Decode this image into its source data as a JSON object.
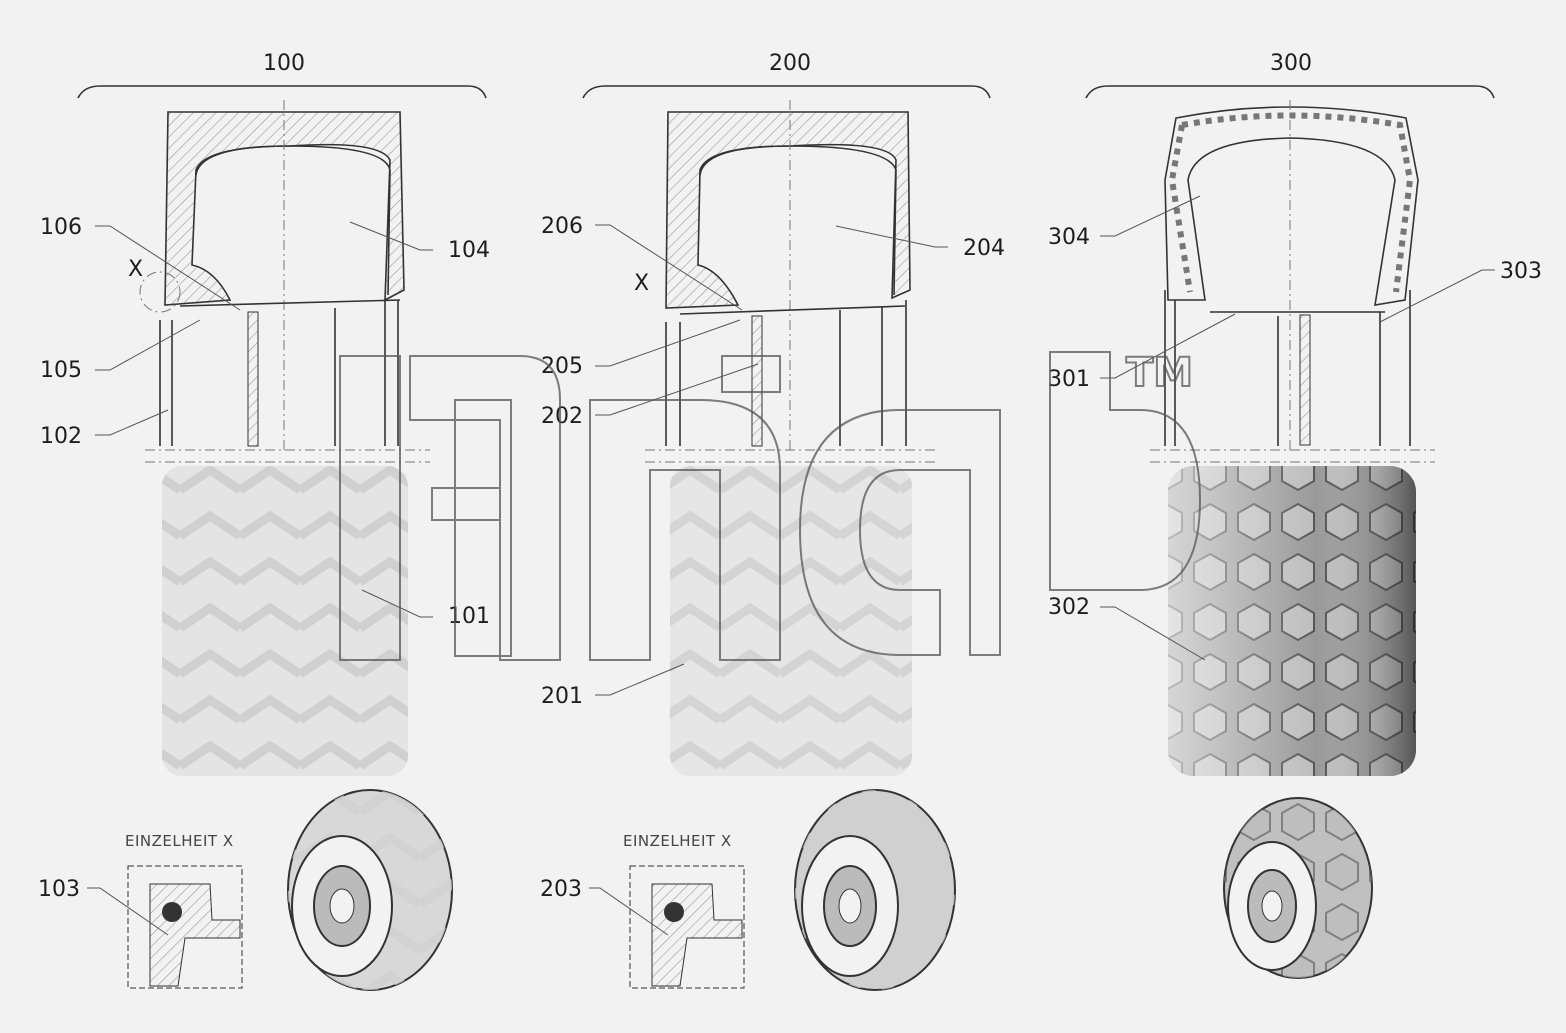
{
  "groups": [
    {
      "id": "100",
      "label": "100"
    },
    {
      "id": "200",
      "label": "200"
    },
    {
      "id": "300",
      "label": "300"
    }
  ],
  "labels": {
    "l106": "106",
    "l104": "104",
    "l105": "105",
    "l102": "102",
    "l101": "101",
    "l103": "103",
    "l206": "206",
    "l204": "204",
    "l205": "205",
    "l202": "202",
    "l201": "201",
    "l203": "203",
    "l304": "304",
    "l303": "303",
    "l301": "301",
    "l302": "302"
  },
  "markers": {
    "x1": "X",
    "x2": "X"
  },
  "details": {
    "d1": "EINZELHEIT X",
    "d2": "EINZELHEIT X"
  },
  "watermark": {
    "tm": "TM"
  },
  "colors": {
    "background": "#f2f2f2",
    "hatch": "#9a9a9a",
    "tread_light": "#dcdcdc",
    "tread_dark": "#6e6e6e",
    "watermark_stroke": "#555555"
  }
}
